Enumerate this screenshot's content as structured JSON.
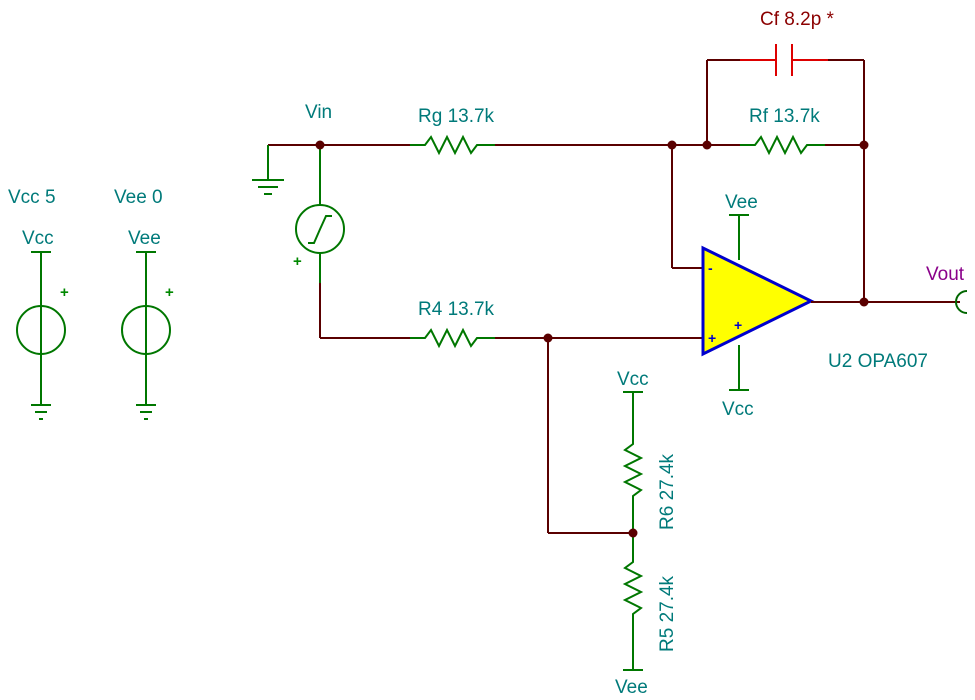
{
  "sources": {
    "vcc": {
      "name": "Vcc 5",
      "node": "Vcc",
      "polarity": "+"
    },
    "vee": {
      "name": "Vee 0",
      "node": "Vee",
      "polarity": "+"
    },
    "vin": {
      "name": "Vin",
      "polarity": "+"
    }
  },
  "components": {
    "rg": "Rg 13.7k",
    "rf": "Rf 13.7k",
    "cf": "Cf 8.2p *",
    "r4": "R4 13.7k",
    "r6": "R6 27.4k",
    "r5": "R5 27.4k",
    "u2": "U2 OPA607"
  },
  "opamp": {
    "inv_pin": "-",
    "noninv_pin": "+",
    "supply_plus_mark": "+",
    "top_rail": "Vee",
    "bottom_rail": "Vcc",
    "body_color": "#ffff00",
    "outline_color": "#0000cc"
  },
  "rails": {
    "r6_top": "Vcc",
    "r5_bottom": "Vee"
  },
  "output": {
    "label": "Vout"
  },
  "colors": {
    "wire": "#5a0000",
    "component": "#007700",
    "capacitor": "#dd0000",
    "label": "#007a7a",
    "cap_label": "#8b0000",
    "output_label": "#8a008a",
    "junction": "#5a0000"
  }
}
